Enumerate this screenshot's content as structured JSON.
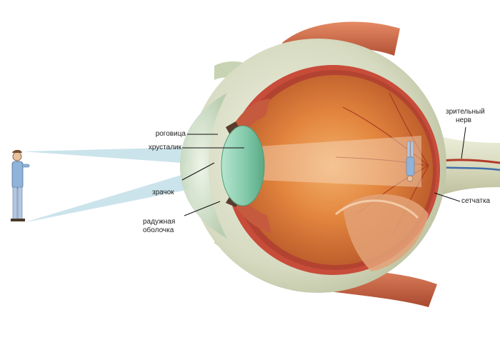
{
  "labels": {
    "cornea": "роговица",
    "lens": "хрусталик",
    "pupil": "зрачок",
    "iris_line1": "радужная",
    "iris_line2": "оболочка",
    "optic_nerve_line1": "зрительный",
    "optic_nerve_line2": "нерв",
    "retina": "сетчатка"
  },
  "colors": {
    "background": "#ffffff",
    "sclera": "#d9dcc4",
    "vitreous": "#d9773a",
    "retina_layer": "#c84c3a",
    "lens": "#8fcfb6",
    "light_beam": "#b9dbe6",
    "muscle": "#c9694a",
    "label_text": "#222222",
    "leader_line": "#111111"
  },
  "icons": {
    "observer": "person-figure",
    "retinal_image": "inverted-person-figure"
  }
}
